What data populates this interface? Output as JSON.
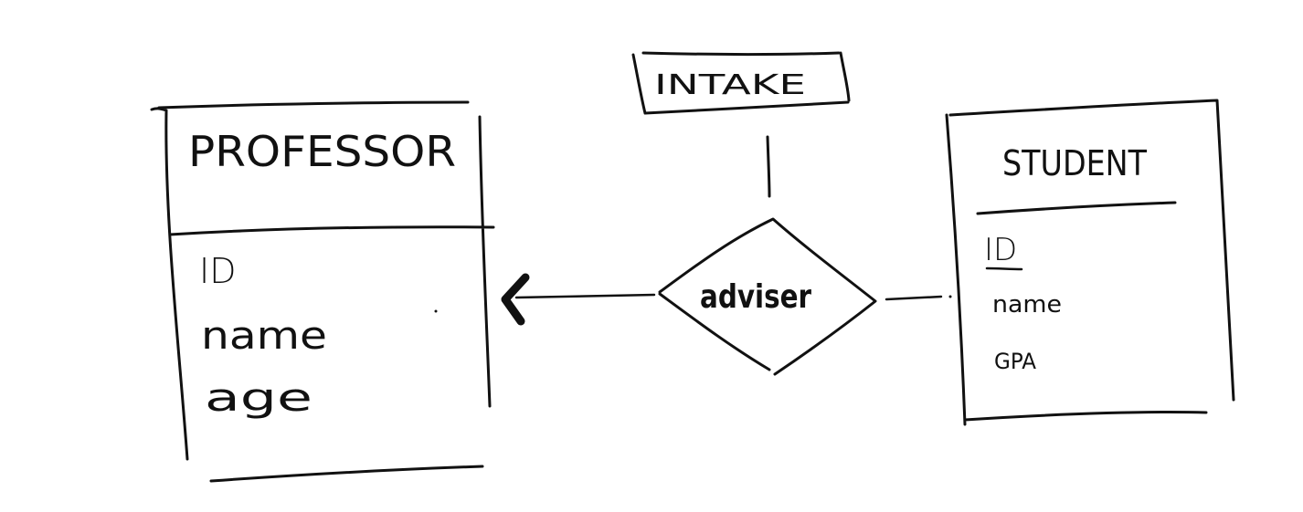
{
  "colors": {
    "ink": "#111111",
    "background": "#ffffff"
  },
  "professor": {
    "title": "PROFESSOR",
    "attributes": [
      "ID",
      "name",
      "age"
    ]
  },
  "student": {
    "title": "STUDENT",
    "attributes": [
      {
        "label": "ID",
        "primary_key": true
      },
      {
        "label": "name",
        "primary_key": false
      },
      {
        "label": "GPA",
        "primary_key": false
      }
    ]
  },
  "relationship": {
    "label": "adviser",
    "attribute": "INTAKE"
  }
}
